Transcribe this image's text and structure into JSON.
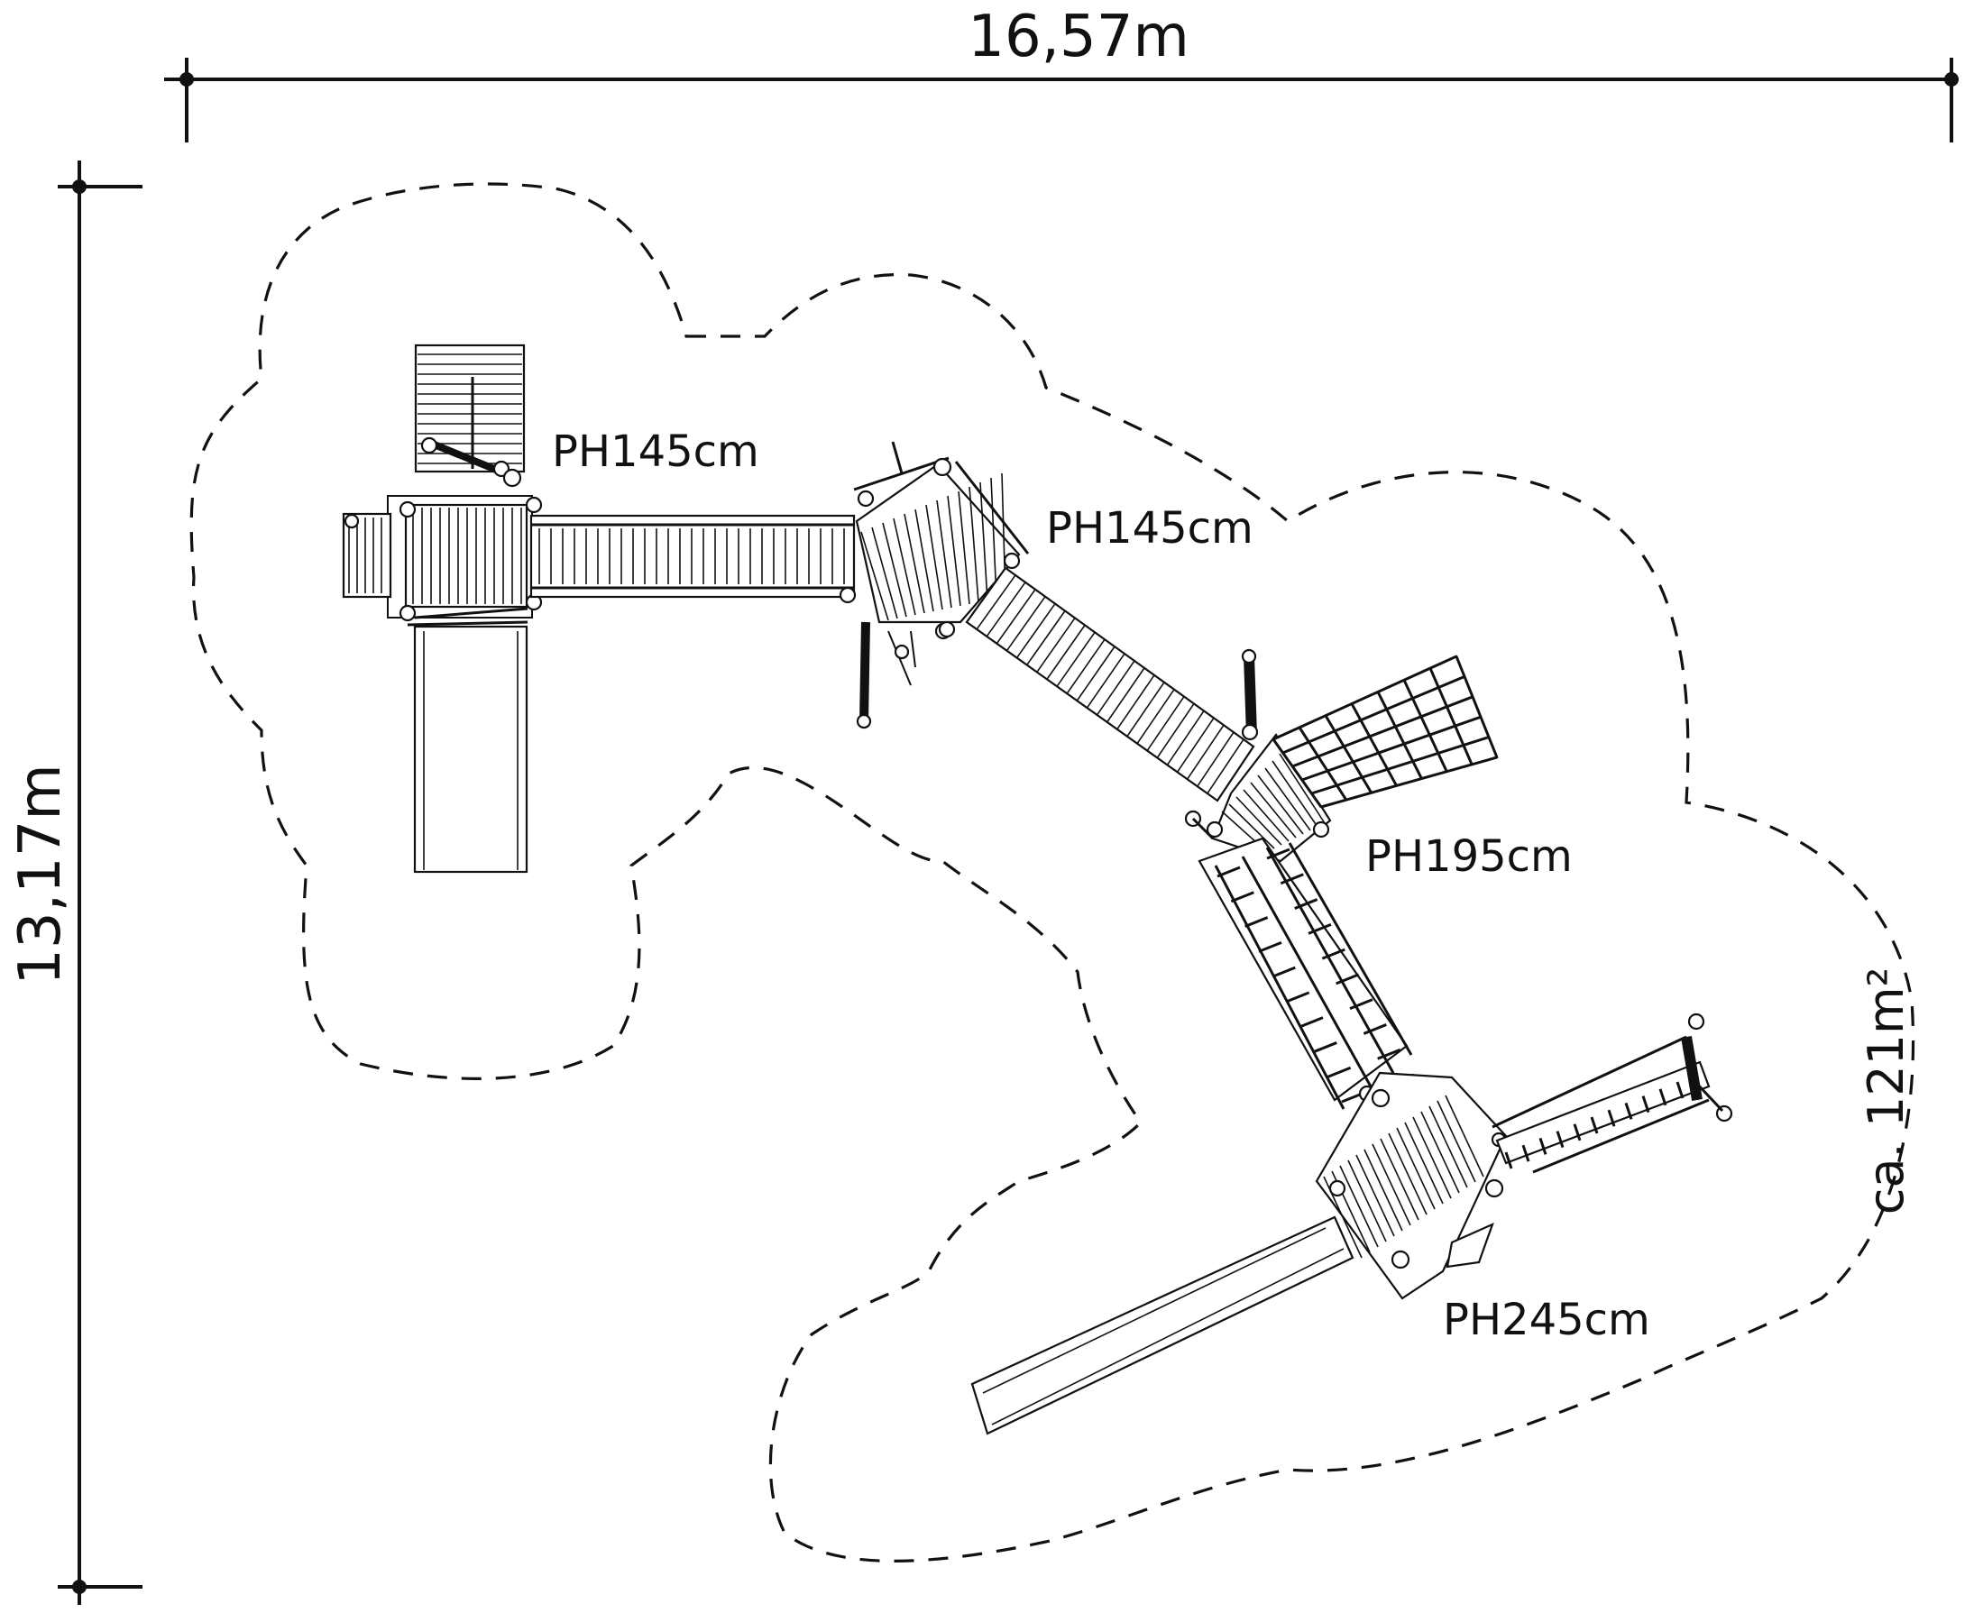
{
  "dimensions": {
    "width_label": "16,57m",
    "height_label": "13,17m"
  },
  "area_label": "ca. 121m²",
  "platform_labels": [
    "PH145cm",
    "PH145cm",
    "PH195cm",
    "PH245cm"
  ],
  "colors": {
    "line": "#111111",
    "background": "#ffffff"
  }
}
